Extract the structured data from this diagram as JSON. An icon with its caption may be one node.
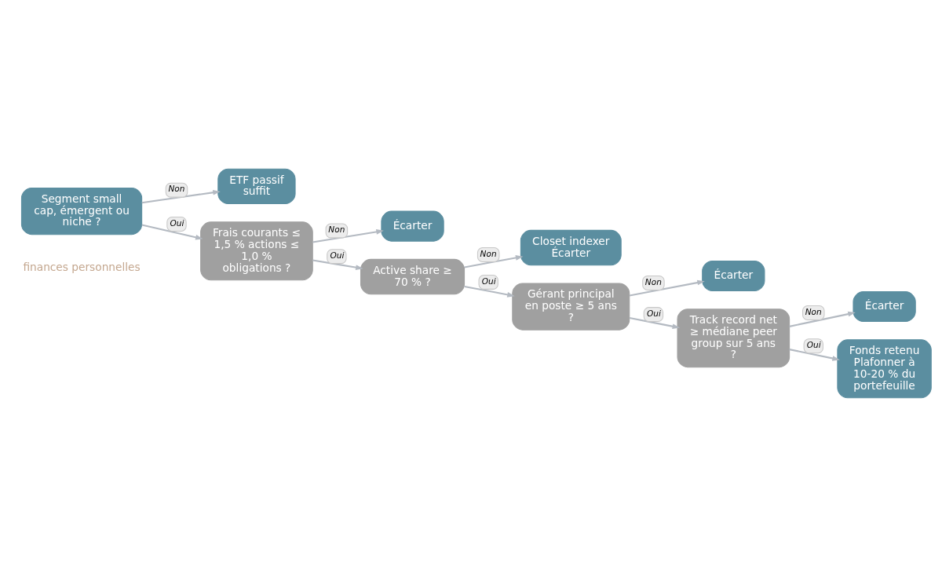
{
  "diagram": {
    "nodes": [
      {
        "text": [
          "Segment small cap, émergent ou niche ?"
        ]
      },
      {
        "text": [
          "ETF passif suffit"
        ]
      },
      {
        "text": [
          "Frais courants ≤ 1,5 % actions ≤ 1,0 % obligations ?"
        ]
      },
      {
        "text": [
          "Écarter"
        ]
      },
      {
        "text": [
          "Active share ≥ 70 % ?"
        ]
      },
      {
        "text": [
          "Closet indexer",
          "Écarter"
        ]
      },
      {
        "text": [
          "Gérant principal en poste ≥ 5 ans ?"
        ]
      },
      {
        "text": [
          "Écarter"
        ]
      },
      {
        "text": [
          "Track record net ≥ médiane peer group sur 5 ans ?"
        ]
      },
      {
        "text": [
          "Écarter"
        ]
      },
      {
        "text": [
          "Fonds retenu",
          "Plafonner à 10-20 % du portefeuille"
        ]
      }
    ],
    "edges": [
      {
        "from": 0,
        "to": 1,
        "arrow": "to",
        "label": "Non"
      },
      {
        "from": 0,
        "to": 2,
        "arrow": "to",
        "label": "Oui"
      },
      {
        "from": 2,
        "to": 3,
        "arrow": "to",
        "label": "Non"
      },
      {
        "from": 2,
        "to": 4,
        "arrow": "to",
        "label": "Oui"
      },
      {
        "from": 4,
        "to": 5,
        "arrow": "to",
        "label": "Non"
      },
      {
        "from": 4,
        "to": 6,
        "arrow": "to",
        "label": "Oui"
      },
      {
        "from": 6,
        "to": 7,
        "arrow": "to",
        "label": "Non"
      },
      {
        "from": 6,
        "to": 8,
        "arrow": "to",
        "label": "Oui"
      },
      {
        "from": 8,
        "to": 9,
        "arrow": "to",
        "label": "Non"
      },
      {
        "from": 8,
        "to": 10,
        "arrow": "to",
        "label": "Oui"
      }
    ],
    "labels": [
      "finances personnelles"
    ]
  }
}
